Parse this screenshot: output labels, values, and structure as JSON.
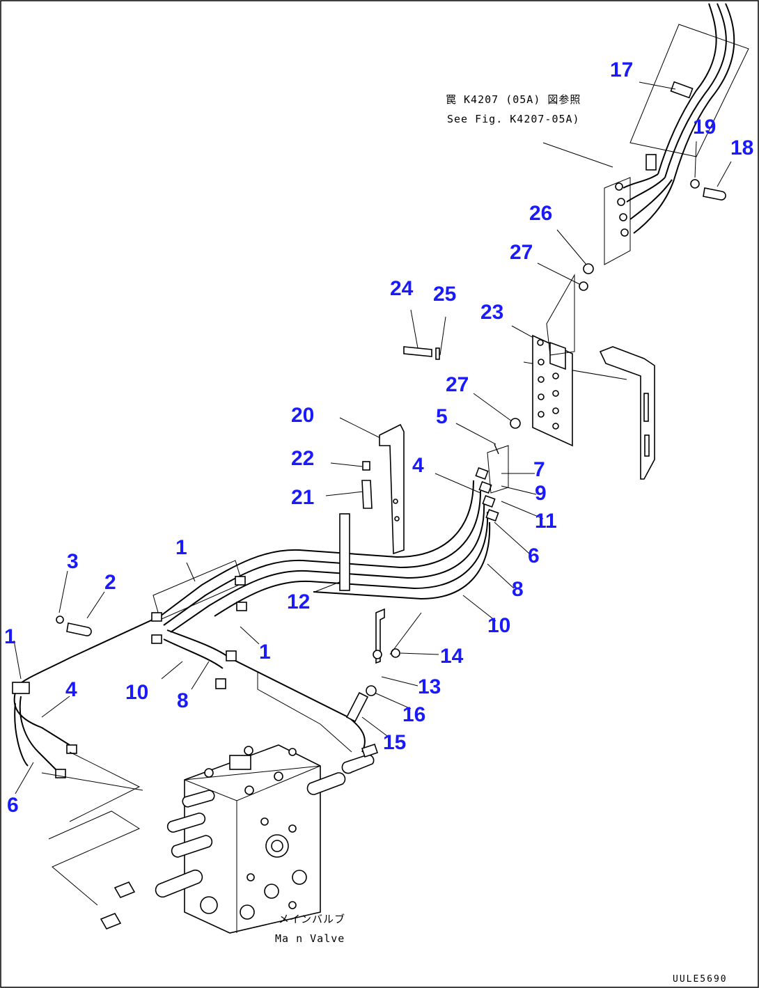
{
  "callouts": [
    {
      "label": "17"
    },
    {
      "label": "19"
    },
    {
      "label": "18"
    },
    {
      "label": "26"
    },
    {
      "label": "27"
    },
    {
      "label": "24"
    },
    {
      "label": "25"
    },
    {
      "label": "23"
    },
    {
      "label": "27"
    },
    {
      "label": "5"
    },
    {
      "label": "20"
    },
    {
      "label": "4"
    },
    {
      "label": "7"
    },
    {
      "label": "22"
    },
    {
      "label": "9"
    },
    {
      "label": "21"
    },
    {
      "label": "11"
    },
    {
      "label": "6"
    },
    {
      "label": "1"
    },
    {
      "label": "3"
    },
    {
      "label": "2"
    },
    {
      "label": "8"
    },
    {
      "label": "12"
    },
    {
      "label": "10"
    },
    {
      "label": "1"
    },
    {
      "label": "1"
    },
    {
      "label": "14"
    },
    {
      "label": "4"
    },
    {
      "label": "10"
    },
    {
      "label": "13"
    },
    {
      "label": "8"
    },
    {
      "label": "16"
    },
    {
      "label": "15"
    },
    {
      "label": "6"
    }
  ],
  "notes": {
    "ref_jp": "罠 K4207 (05A) 図参照",
    "ref_en": "See Fig. K4207-05A)",
    "valve_jp": "メインバルブ",
    "valve_en": "Ma n Valve",
    "drawing_code": "UULE5690"
  }
}
